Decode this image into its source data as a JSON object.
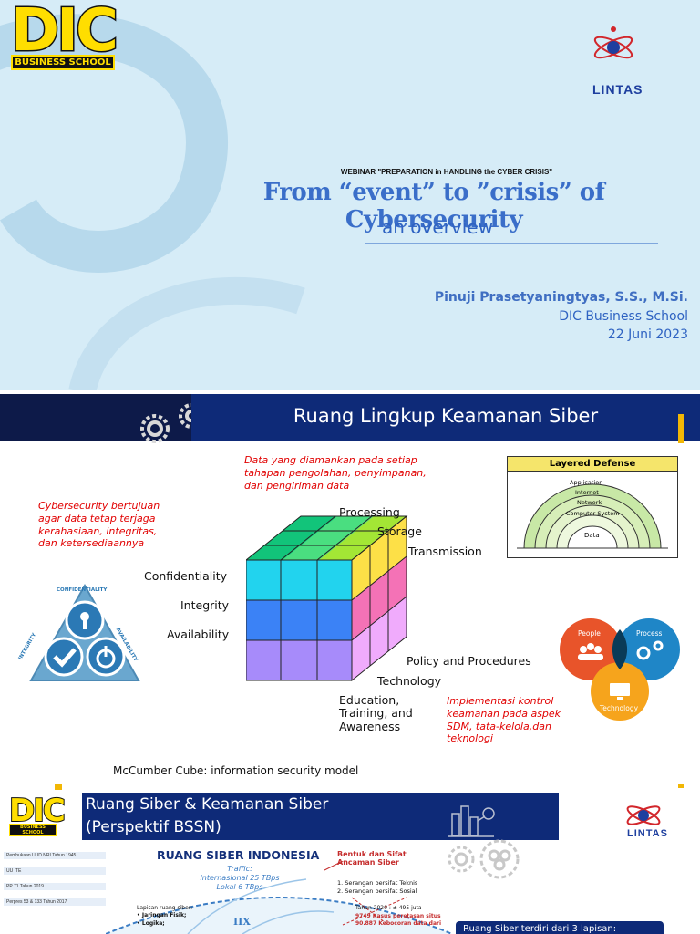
{
  "slide1": {
    "dic_logo_letters": "DIC",
    "dic_logo_band": "BUSINESS SCHOOL",
    "lintas_label": "LINTAS",
    "webinar": "WEBINAR \"PREPARATION in HANDLING the CYBER CRISIS\"",
    "title": "From “event” to ”crisis” of Cybersecurity",
    "subtitle": "an overview",
    "presenter": "Pinuji Prasetyaningtyas, S.S., M.Si.",
    "organization": "DIC Business School",
    "date": "22 Juni 2023"
  },
  "slide2": {
    "title": "Ruang Lingkup Keamanan Siber",
    "note_data": [
      "Data yang diamankan pada setiap",
      "tahapan pengolahan, penyimpanan,",
      "dan pengiriman data"
    ],
    "note_goal": [
      "Cybersecurity bertujuan",
      "agar data tetap terjaga",
      "kerahasiaan, integritas,",
      "dan ketersediaannya"
    ],
    "note_impl": [
      "Implementasi kontrol",
      "keamanan pada aspek",
      "SDM, tata-kelola,dan",
      "teknologi"
    ],
    "cube_top_labels": [
      "Processing",
      "Storage",
      "Transmission"
    ],
    "cube_left_labels": [
      "Confidentiality",
      "Integrity",
      "Availability"
    ],
    "cube_bottom_labels": [
      "Policy and Procedures",
      "Technology",
      "Education,",
      "Training, and",
      "Awareness"
    ],
    "triad_labels": [
      "CONFIDENTIALITY",
      "INTEGRITY",
      "AVAILABILITY"
    ],
    "layered_defense": {
      "title": "Layered Defense",
      "layers": [
        "Application",
        "Internet",
        "Network",
        "Computer System",
        "Data"
      ]
    },
    "ppt_labels": [
      "People",
      "Process",
      "Technology"
    ],
    "caption": "McCumber Cube: information security model"
  },
  "slide3": {
    "dic_logo_letters": "DIC",
    "dic_logo_band": "BUSINESS SCHOOL",
    "lintas_label": "LINTAS",
    "title_line1": "Ruang Siber & Keamanan Siber",
    "title_line2": "(Perspektif  BSSN)",
    "legal_refs": [
      "Pembukaan UUD NRI Tahun 1945",
      "UU ITE",
      "PP 71 Tahun 2019",
      "Perpres 53 & 133 Tahun 2017"
    ],
    "map_title": "RUANG SIBER INDONESIA",
    "traffic": [
      "Traffic:",
      "Internasional 25 TBps",
      "Lokal 6 TBps"
    ],
    "layers_label": [
      "Lapisan ruang siber:",
      "• Jaringan Fisik;",
      "• Logika;"
    ],
    "iix_label": "IIX",
    "threat_title": [
      "Bentuk dan Sifat",
      "Ancaman Siber"
    ],
    "threat_items": [
      "1. Serangan bersifat Teknis",
      "2. Serangan bersifat Sosial"
    ],
    "stats": [
      "Tahun 2020 : ± 495 juta",
      "9749 Kasus peretasan situs",
      "90.887 Kebocoran data dari"
    ],
    "bottom_box": "Ruang Siber terdiri dari 3 lapisan:"
  },
  "colors": {
    "slide1_bg": "#d6ecf7",
    "title_blue": "#3a6ec9",
    "banner_navy": "#0e2a78",
    "accent_yellow": "#f2b705",
    "note_red": "#e10000"
  }
}
